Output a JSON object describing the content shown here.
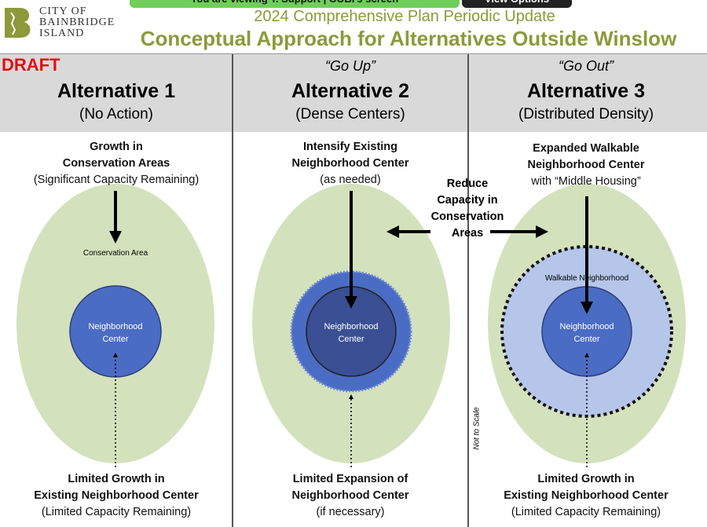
{
  "screen_share": {
    "banner": "You are viewing T. Support | COBI's screen",
    "view_options": "View Options"
  },
  "logo": {
    "line1": "CITY OF",
    "line2": "BAINBRIDGE",
    "line3": "ISLAND"
  },
  "header": {
    "subtitle": "2024 Comprehensive Plan Periodic Update",
    "title": "Conceptual Approach for Alternatives Outside Winslow"
  },
  "draft": "DRAFT",
  "colors": {
    "accent": "#8c9a3a",
    "ellipse": "#d3e2bd",
    "center": "#4b6cc4",
    "walkable": "#b6c5ea",
    "dense": "#3a4f94"
  },
  "columns": [
    {
      "quote": "",
      "title": "Alternative 1",
      "subtitle": "(No Action)",
      "top_bold1": "Growth in",
      "top_bold2": "Conservation Areas",
      "top_note": "(Significant Capacity Remaining)",
      "area_label": "Conservation Area",
      "center_label1": "Neighborhood",
      "center_label2": "Center",
      "bottom_bold1": "Limited Growth in",
      "bottom_bold2": "Existing Neighborhood Center",
      "bottom_note": "(Limited Capacity Remaining)"
    },
    {
      "quote": "“Go Up”",
      "title": "Alternative 2",
      "subtitle": "(Dense Centers)",
      "top_bold1": "Intensify Existing",
      "top_bold2": "Neighborhood Center",
      "top_note": "(as needed)",
      "center_label1": "Neighborhood",
      "center_label2": "Center",
      "bottom_bold1": "Limited Expansion of",
      "bottom_bold2": "Neighborhood Center",
      "bottom_note": "(if necessary)"
    },
    {
      "quote": "“Go Out”",
      "title": "Alternative 3",
      "subtitle": "(Distributed Density)",
      "top_bold1": "Expanded Walkable",
      "top_bold2": "Neighborhood Center",
      "top_note": "with “Middle Housing”",
      "area_label": "Walkable Neighborhood",
      "center_label1": "Neighborhood",
      "center_label2": "Center",
      "bottom_bold1": "Limited Growth in",
      "bottom_bold2": "Existing Neighborhood Center",
      "bottom_note": "(Limited Capacity Remaining)"
    }
  ],
  "reduce": {
    "line1": "Reduce",
    "line2": "Capacity in",
    "line3": "Conservation",
    "line4": "Areas"
  },
  "not_to_scale": "Not to Scale"
}
